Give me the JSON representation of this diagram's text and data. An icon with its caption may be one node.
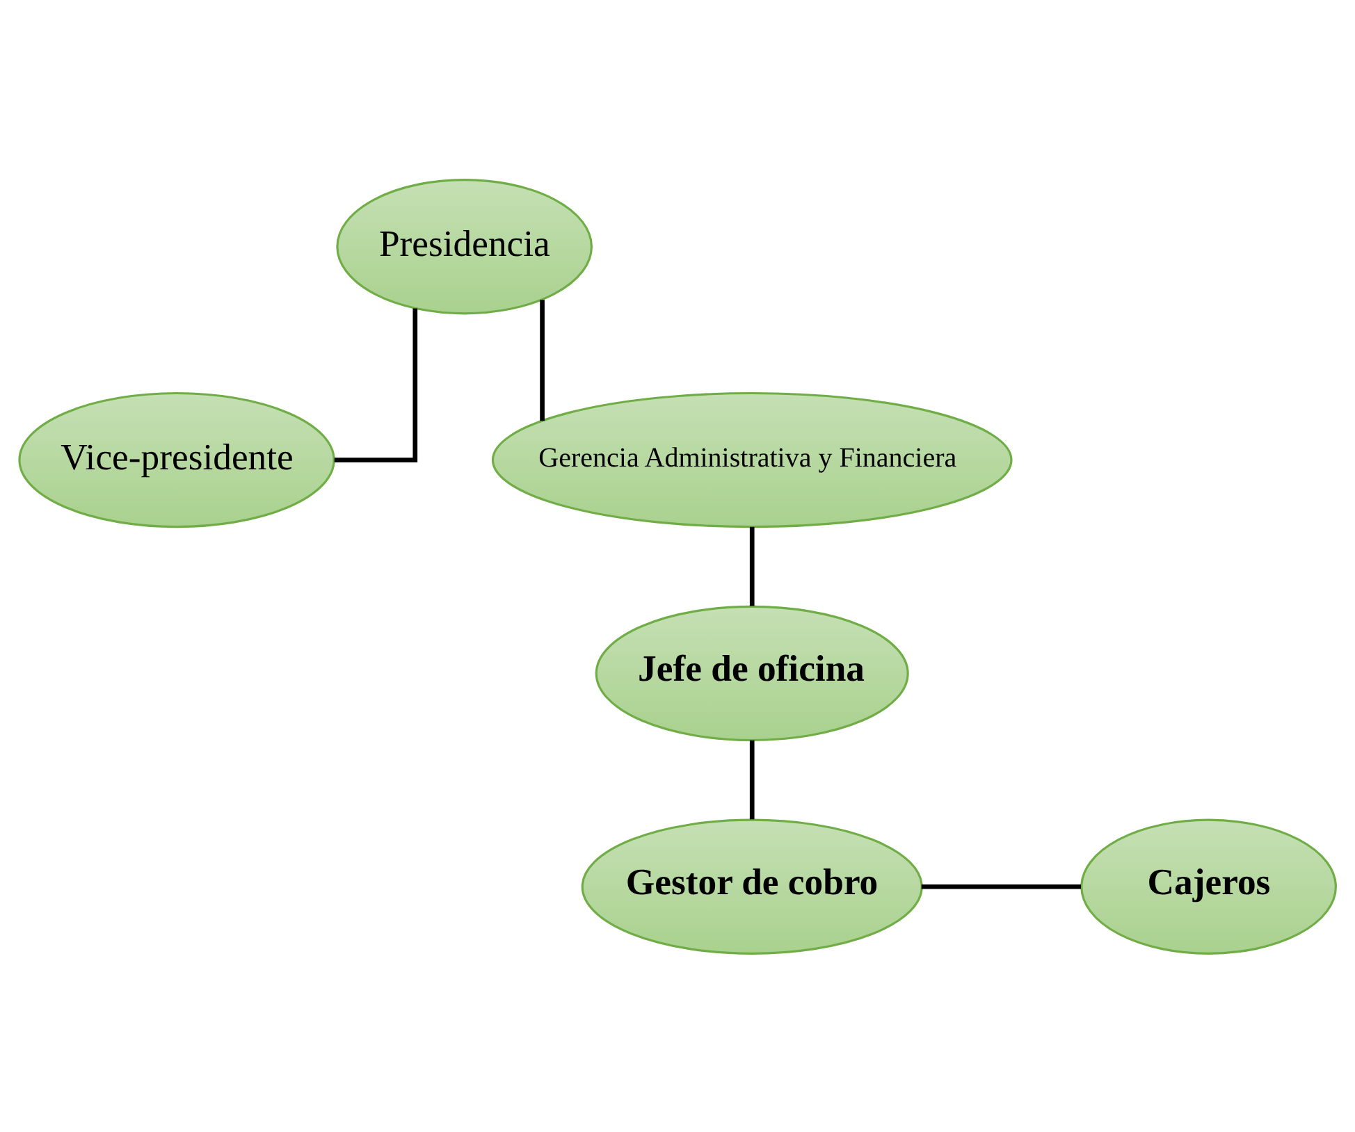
{
  "diagram": {
    "nodes": [
      {
        "text": [
          "Presidencia"
        ]
      },
      {
        "text": [
          "Vice-presidente"
        ]
      },
      {
        "text": [
          "Gerencia Administrativa y Financiera"
        ]
      },
      {
        "text": [
          "Jefe de oficina"
        ]
      },
      {
        "text": [
          "Gestor de cobro"
        ]
      },
      {
        "text": [
          "Cajeros"
        ]
      }
    ],
    "edges": [
      {
        "from": 0,
        "to": 1,
        "arrow": "none"
      },
      {
        "from": 0,
        "to": 2,
        "arrow": "none"
      },
      {
        "from": 2,
        "to": 3,
        "arrow": "none"
      },
      {
        "from": 3,
        "to": 4,
        "arrow": "none"
      },
      {
        "from": 4,
        "to": 5,
        "arrow": "none"
      }
    ]
  }
}
